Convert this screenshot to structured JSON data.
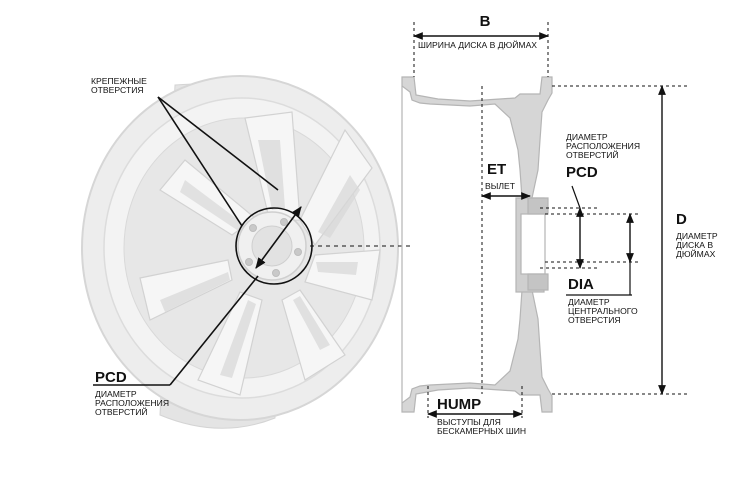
{
  "labels": {
    "mount_holes": "КРЕПЕЖНЫЕ\nОТВЕРСТИЯ",
    "pcd_left_title": "PCD",
    "pcd_left_desc": "ДИАМЕТР\nРАСПОЛОЖЕНИЯ\nОТВЕРСТИЙ",
    "b_title": "B",
    "b_desc": "ШИРИНА ДИСКА В ДЮЙМАХ",
    "et_title": "ET",
    "et_desc": "ВЫЛЕТ",
    "pcd_right_desc": "ДИАМЕТР\nРАСПОЛОЖЕНИЯ\nОТВЕРСТИЙ",
    "pcd_right_title": "PCD",
    "d_title": "D",
    "d_desc": "ДИАМЕТР\nДИСКА В\nДЮЙМАХ",
    "dia_title": "DIA",
    "dia_desc": "ДИАМЕТР\nЦЕНТРАЛЬНОГО\nОТВЕРСТИЯ",
    "hump_title": "HUMP",
    "hump_desc": "ВЫСТУПЫ ДЛЯ\nБЕСКАМЕРНЫХ ШИН"
  },
  "colors": {
    "wheel_fill": "#ececec",
    "wheel_stroke": "#d8d8d8",
    "section_fill": "#d6d6d6",
    "line": "#111111"
  }
}
